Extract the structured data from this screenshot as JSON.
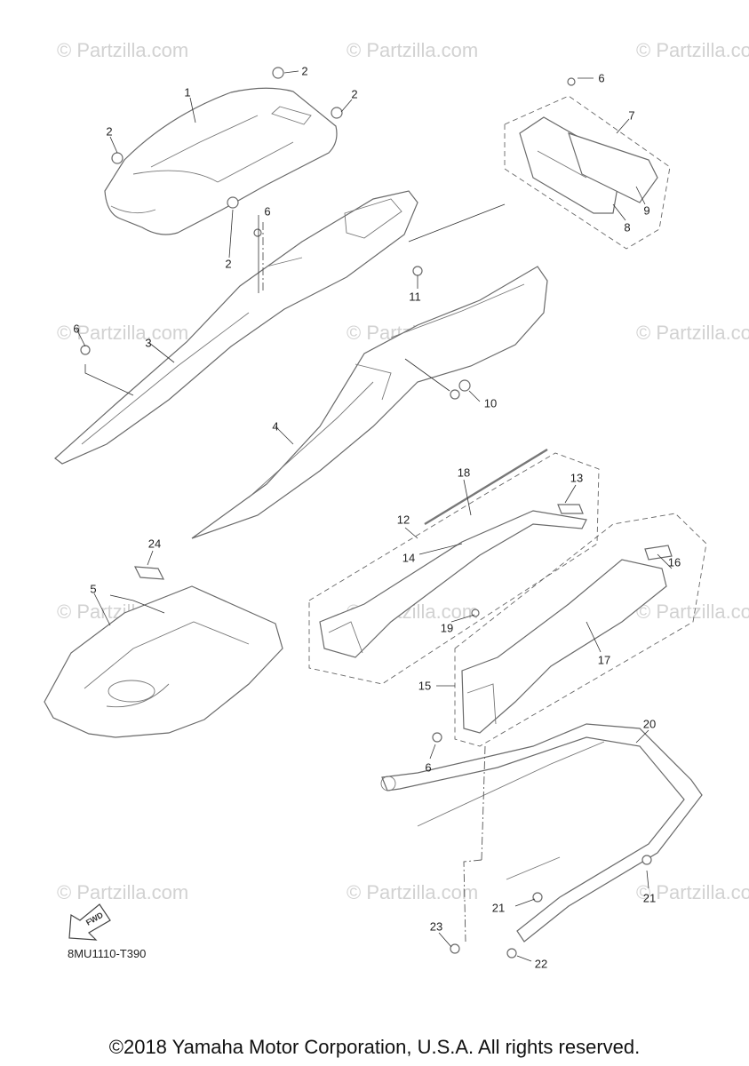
{
  "watermark": "© Partzilla.com",
  "diagram_code": "8MU1110-T390",
  "fwd_label": "FWD",
  "copyright": "©2018 Yamaha Motor Corporation, U.S.A. All rights reserved.",
  "callouts": [
    {
      "id": "c1a",
      "label": "1"
    },
    {
      "id": "c2a",
      "label": "2"
    },
    {
      "id": "c2b",
      "label": "2"
    },
    {
      "id": "c2c",
      "label": "2"
    },
    {
      "id": "c2d",
      "label": "2"
    },
    {
      "id": "c3",
      "label": "3"
    },
    {
      "id": "c4",
      "label": "4"
    },
    {
      "id": "c5",
      "label": "5"
    },
    {
      "id": "c6a",
      "label": "6"
    },
    {
      "id": "c6b",
      "label": "6"
    },
    {
      "id": "c6c",
      "label": "6"
    },
    {
      "id": "c6d",
      "label": "6"
    },
    {
      "id": "c7",
      "label": "7"
    },
    {
      "id": "c8",
      "label": "8"
    },
    {
      "id": "c9",
      "label": "9"
    },
    {
      "id": "c10",
      "label": "10"
    },
    {
      "id": "c11",
      "label": "11"
    },
    {
      "id": "c12",
      "label": "12"
    },
    {
      "id": "c13",
      "label": "13"
    },
    {
      "id": "c14",
      "label": "14"
    },
    {
      "id": "c15",
      "label": "15"
    },
    {
      "id": "c16",
      "label": "16"
    },
    {
      "id": "c17",
      "label": "17"
    },
    {
      "id": "c18",
      "label": "18"
    },
    {
      "id": "c19",
      "label": "19"
    },
    {
      "id": "c20",
      "label": "20"
    },
    {
      "id": "c21a",
      "label": "21"
    },
    {
      "id": "c21b",
      "label": "21"
    },
    {
      "id": "c22",
      "label": "22"
    },
    {
      "id": "c23",
      "label": "23"
    },
    {
      "id": "c24",
      "label": "24"
    }
  ]
}
